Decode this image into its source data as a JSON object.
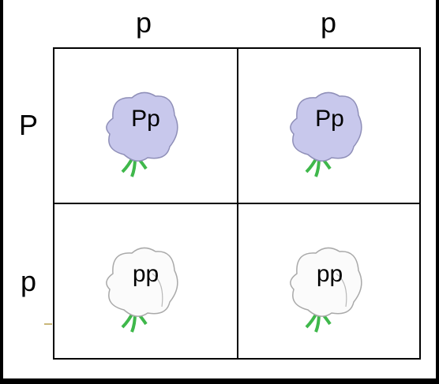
{
  "columns": [
    "p",
    "p"
  ],
  "rows": [
    "P",
    "p"
  ],
  "cells": [
    {
      "genotype": "Pp",
      "flower": "purple-flower-icon",
      "petal": "#c8c8ec"
    },
    {
      "genotype": "Pp",
      "flower": "purple-flower-icon",
      "petal": "#c8c8ec"
    },
    {
      "genotype": "pp",
      "flower": "white-flower-icon",
      "petal": "#fbfbfb"
    },
    {
      "genotype": "pp",
      "flower": "white-flower-icon",
      "petal": "#fbfbfb"
    }
  ],
  "colors": {
    "purple_petal": "#c8c8ec",
    "white_petal": "#fbfbfb",
    "stem": "#3fb84b",
    "outline": "#8f8fb8"
  }
}
